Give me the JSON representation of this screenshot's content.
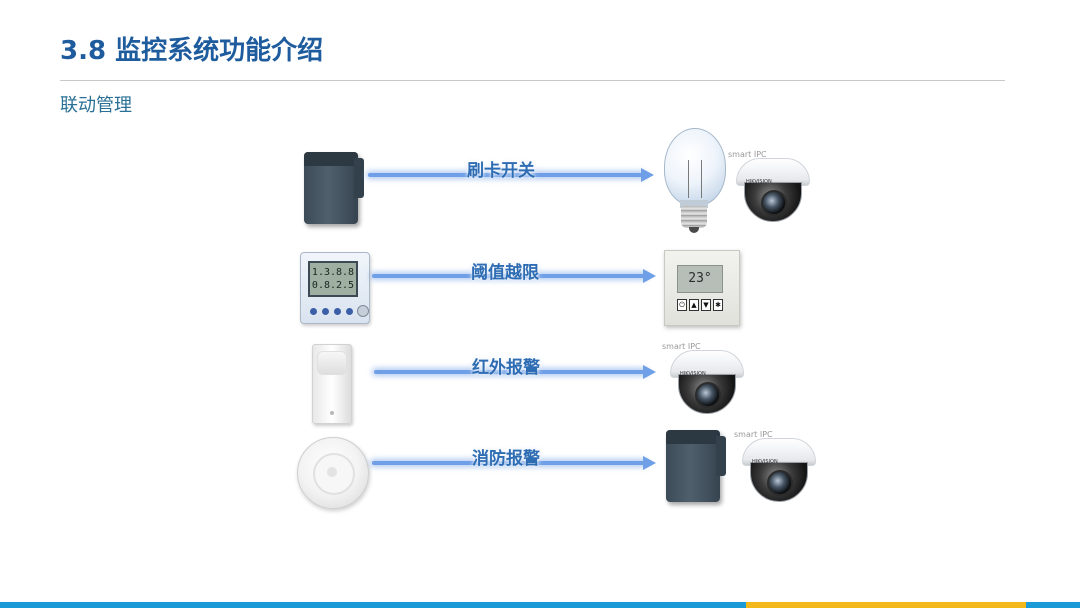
{
  "slide": {
    "title": "3.8 监控系统功能介绍",
    "subtitle": "联动管理"
  },
  "colors": {
    "title": "#1f5c9e",
    "subtitle": "#2a6f95",
    "arrow": "#6f9fe6",
    "footer_blue": "#1a9ad6",
    "footer_yellow": "#f3b81c"
  },
  "linkages": [
    {
      "label": "刷卡开关",
      "source_icon": "card-reader-icon",
      "target_icons": [
        "light-bulb-icon",
        "dome-camera-icon"
      ]
    },
    {
      "label": "阈值越限",
      "source_icon": "sensor-panel-icon",
      "target_icons": [
        "thermostat-panel-icon"
      ]
    },
    {
      "label": "红外报警",
      "source_icon": "pir-sensor-icon",
      "target_icons": [
        "dome-camera-icon"
      ]
    },
    {
      "label": "消防报警",
      "source_icon": "smoke-detector-icon",
      "target_icons": [
        "card-reader-icon",
        "dome-camera-icon"
      ]
    }
  ]
}
